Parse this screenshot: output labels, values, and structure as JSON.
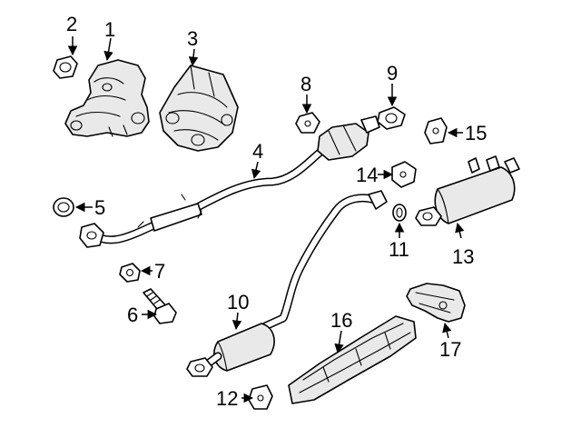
{
  "parts": [
    {
      "id": "part-1",
      "callout": "1"
    },
    {
      "id": "part-2",
      "callout": "2"
    },
    {
      "id": "part-3",
      "callout": "3"
    },
    {
      "id": "part-4",
      "callout": "4"
    },
    {
      "id": "part-5",
      "callout": "5"
    },
    {
      "id": "part-6",
      "callout": "6"
    },
    {
      "id": "part-7",
      "callout": "7"
    },
    {
      "id": "part-8",
      "callout": "8"
    },
    {
      "id": "part-9",
      "callout": "9"
    },
    {
      "id": "part-10",
      "callout": "10"
    },
    {
      "id": "part-11",
      "callout": "11"
    },
    {
      "id": "part-12",
      "callout": "12"
    },
    {
      "id": "part-13",
      "callout": "13"
    },
    {
      "id": "part-14",
      "callout": "14"
    },
    {
      "id": "part-15",
      "callout": "15"
    },
    {
      "id": "part-16",
      "callout": "16"
    },
    {
      "id": "part-17",
      "callout": "17"
    }
  ]
}
